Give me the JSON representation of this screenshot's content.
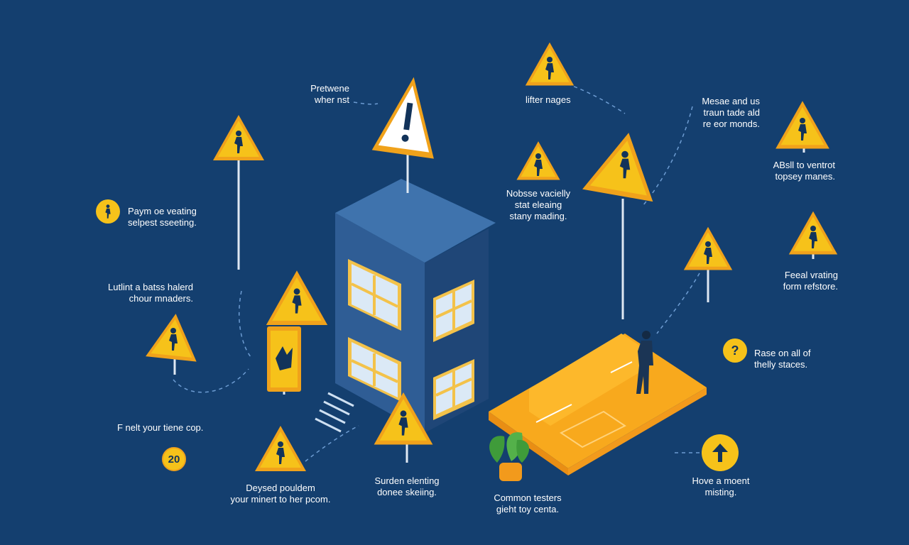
{
  "colors": {
    "background": "#143f6f",
    "sign_yellow": "#f6c21a",
    "sign_border": "#f0a21b",
    "ink": "#12335a",
    "building_front": "#2f5d95",
    "building_side": "#1f4677",
    "building_top": "#3f73ad",
    "platform": "#f8a91d",
    "leaf_green": "#3f9b3a",
    "pot_orange": "#f29a1c"
  },
  "labels": {
    "top_left_center": "Pretwene\nwher nst",
    "top_center_right": "lifter nages",
    "left_top": "Paym oe veating\nselpest sseeting.",
    "center_middle": "Nobsse vacielly\nstat eleaing\nstany mading.",
    "right_top": "Mesae and us\ntraun tade ald\nre eor monds.",
    "right_mid_upper": "ABsll to ventrot\ntopsey manes.",
    "left_mid": "Lutlint a batss halerd\nchour mnaders.",
    "right_mid": "Feeal vrating\nform refstore.",
    "right_lower": "Rase on all of\nthelly staces.",
    "left_lower": "F nelt your tiene cop.",
    "bottom_left": "Deysed pouldem\nyour minert to her pcom.",
    "bottom_center": "Surden elenting\ndonee skeiing.",
    "bottom_center_right": "Common testers\ngieht toy centa.",
    "bottom_right": "Hove a moent\nmisting."
  },
  "bubbles": {
    "age_badge": "20",
    "help_badge": "?"
  },
  "icons": {
    "person_bubble": "walking-person-icon",
    "up_arrow": "up-arrow-icon",
    "warning_signs": "warning-sign-icon"
  }
}
